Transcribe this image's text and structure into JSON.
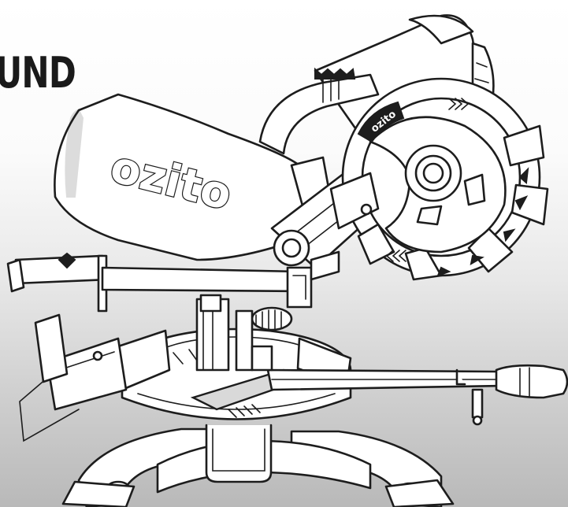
{
  "heading": "UND",
  "product": {
    "brand_on_dust_bag": "ozito",
    "brand_on_motor_badge": "ozito"
  },
  "icons": [
    "mitre-saw-illustration"
  ]
}
